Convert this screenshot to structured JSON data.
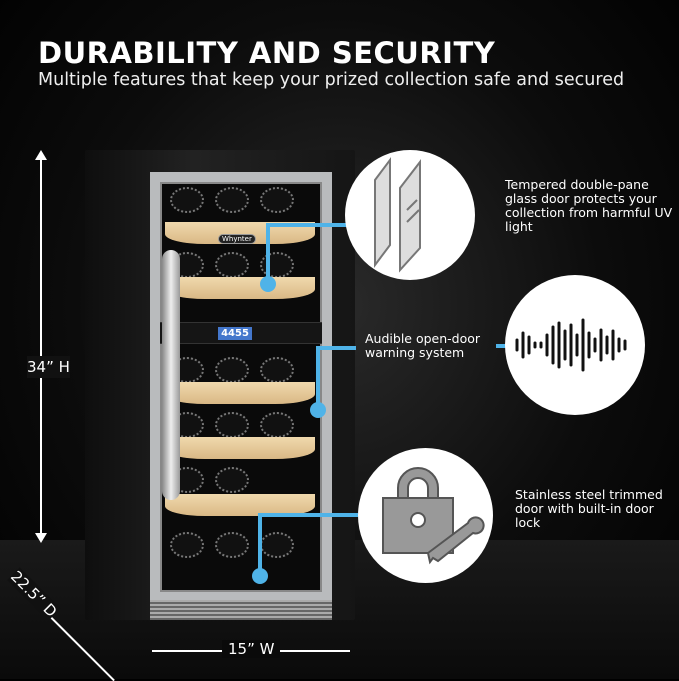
{
  "title": "DURABILITY AND SECURITY",
  "subtitle": "Multiple features that keep your prized collection safe and secured",
  "brand_badge": "Whynter",
  "display_value": "4455",
  "accent_color": "#4fb3e8",
  "features": [
    {
      "icon": "glass-pane-icon",
      "text": "Tempered double-pane glass door protects your collection from harmful UV light"
    },
    {
      "icon": "sound-wave-icon",
      "text": "Audible open-door warning system"
    },
    {
      "icon": "lock-and-key-icon",
      "text": "Stainless steel trimmed door with built-in door lock"
    }
  ],
  "dimensions": {
    "height": "34” H",
    "depth": "22.5” D",
    "width": "15” W"
  }
}
